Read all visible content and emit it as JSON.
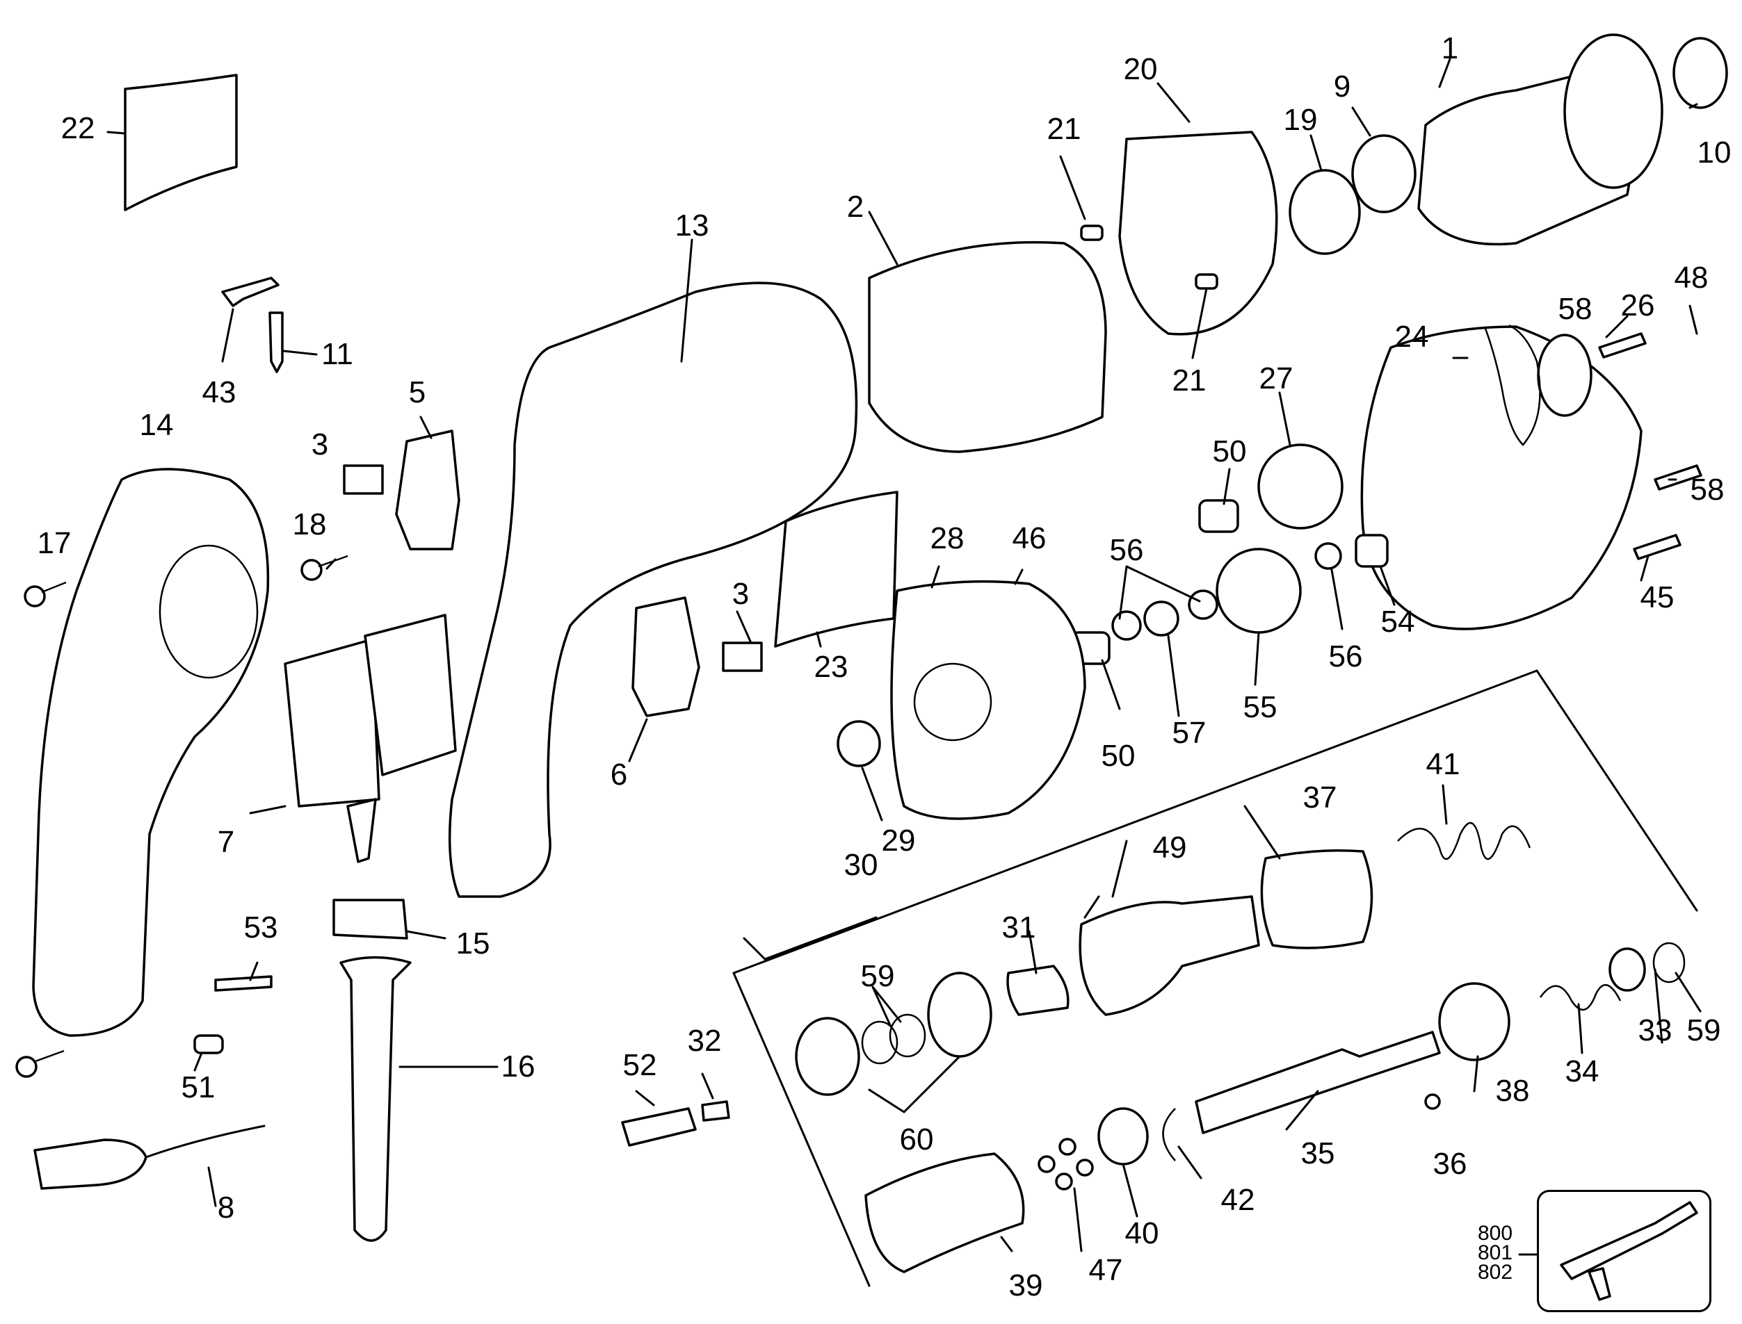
{
  "diagram": {
    "type": "exploded-parts-diagram",
    "callouts": [
      "1",
      "2",
      "3",
      "3",
      "5",
      "6",
      "7",
      "8",
      "9",
      "10",
      "11",
      "13",
      "14",
      "15",
      "16",
      "17",
      "18",
      "19",
      "20",
      "21",
      "21",
      "22",
      "23",
      "24",
      "26",
      "27",
      "28",
      "29",
      "30",
      "31",
      "32",
      "33",
      "34",
      "35",
      "36",
      "37",
      "38",
      "39",
      "40",
      "41",
      "42",
      "43",
      "45",
      "46",
      "47",
      "48",
      "49",
      "50",
      "50",
      "51",
      "52",
      "53",
      "54",
      "55",
      "56",
      "56",
      "57",
      "58",
      "58",
      "59",
      "59",
      "60",
      "800",
      "801",
      "802"
    ]
  }
}
